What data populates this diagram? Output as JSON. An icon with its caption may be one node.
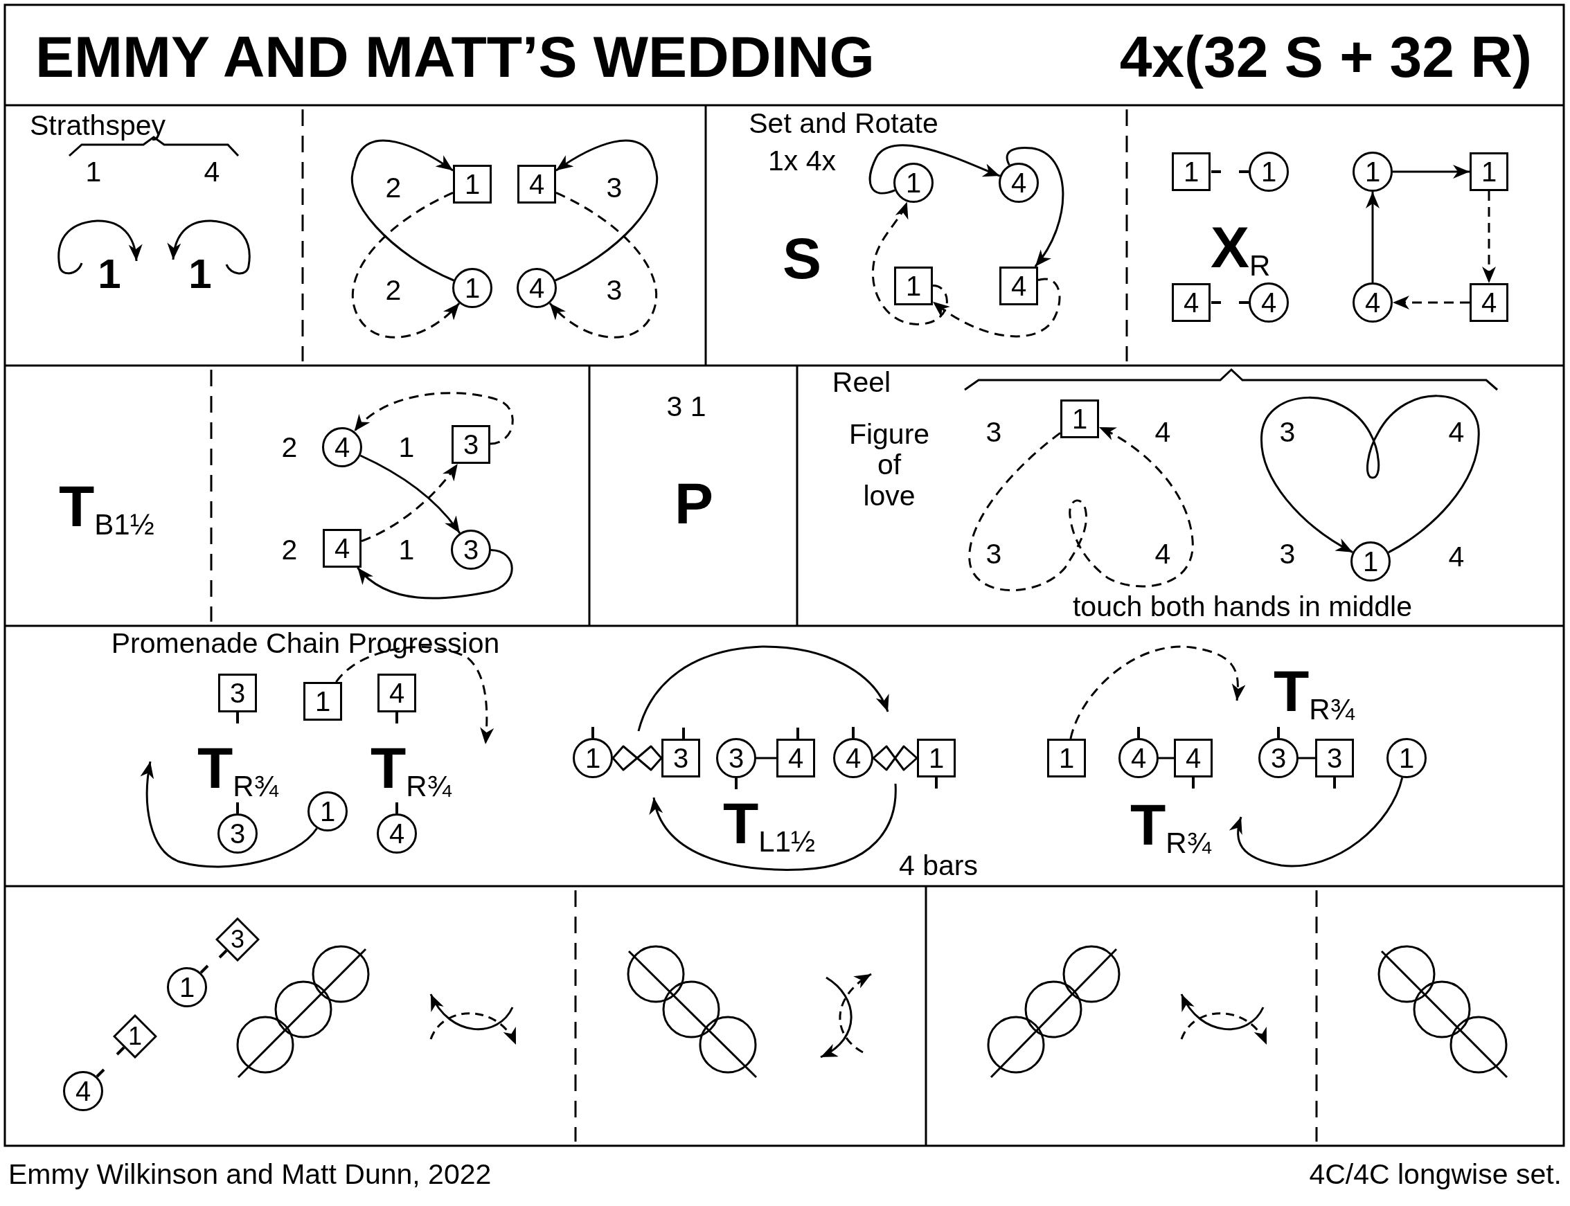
{
  "diagram": {
    "title": "EMMY AND MATT’S WEDDING",
    "nodes": [
      {
        "text": [
          "1"
        ]
      },
      {
        "text": [
          "4"
        ]
      },
      {
        "text": [
          "1"
        ]
      },
      {
        "text": [
          "4"
        ]
      },
      {
        "text": [
          "1"
        ]
      },
      {
        "text": [
          "4"
        ]
      },
      {
        "text": [
          "1"
        ]
      },
      {
        "text": [
          "4"
        ]
      },
      {
        "text": [
          "1"
        ]
      },
      {
        "text": [
          "1"
        ]
      },
      {
        "text": [
          "1"
        ]
      },
      {
        "text": [
          "1"
        ]
      },
      {
        "text": [
          "4"
        ]
      },
      {
        "text": [
          "4"
        ]
      },
      {
        "text": [
          "4"
        ]
      },
      {
        "text": [
          "4"
        ]
      },
      {
        "text": [
          "4"
        ]
      },
      {
        "text": [
          "3"
        ]
      },
      {
        "text": [
          "4"
        ]
      },
      {
        "text": [
          "3"
        ]
      },
      {
        "text": [
          "1"
        ]
      },
      {
        "text": [
          "1"
        ]
      },
      {
        "text": [
          "3"
        ]
      },
      {
        "text": [
          "1"
        ]
      },
      {
        "text": [
          "4"
        ]
      },
      {
        "text": [
          "3"
        ]
      },
      {
        "text": [
          "1"
        ]
      },
      {
        "text": [
          "4"
        ]
      },
      {
        "text": [
          "1"
        ]
      },
      {
        "text": [
          "3"
        ]
      },
      {
        "text": [
          "3"
        ]
      },
      {
        "text": [
          "4"
        ]
      },
      {
        "text": [
          "4"
        ]
      },
      {
        "text": [
          "1"
        ]
      },
      {
        "text": [
          "1"
        ]
      },
      {
        "text": [
          "4"
        ]
      },
      {
        "text": [
          "4"
        ]
      },
      {
        "text": [
          "3"
        ]
      },
      {
        "text": [
          "3"
        ]
      },
      {
        "text": [
          "1"
        ]
      },
      {
        "text": [
          "3"
        ]
      },
      {
        "text": [
          "1"
        ]
      },
      {
        "text": [
          "1"
        ]
      },
      {
        "text": [
          "4"
        ]
      }
    ],
    "edges": [
      {
        "from": 2,
        "to": 0,
        "arrow": "to"
      },
      {
        "from": 3,
        "to": 1,
        "arrow": "to"
      },
      {
        "from": 0,
        "to": 2,
        "arrow": "to",
        "style": "dashed"
      },
      {
        "from": 1,
        "to": 3,
        "arrow": "to",
        "style": "dashed"
      },
      {
        "from": 4,
        "to": 5,
        "arrow": "to"
      },
      {
        "from": 5,
        "to": 7,
        "arrow": "to"
      },
      {
        "from": 7,
        "to": 6,
        "arrow": "to",
        "style": "dashed"
      },
      {
        "from": 6,
        "to": 4,
        "arrow": "to",
        "style": "dashed"
      },
      {
        "from": 10,
        "to": 11,
        "arrow": "to"
      },
      {
        "from": 11,
        "to": 15,
        "arrow": "to",
        "style": "dashed"
      },
      {
        "from": 15,
        "to": 14,
        "arrow": "to",
        "style": "dashed"
      },
      {
        "from": 14,
        "to": 10,
        "arrow": "to"
      },
      {
        "from": 16,
        "to": 19,
        "arrow": "to"
      },
      {
        "from": 18,
        "to": 17,
        "arrow": "to",
        "style": "dashed"
      },
      {
        "from": 17,
        "to": 16,
        "arrow": "to",
        "style": "dashed"
      },
      {
        "from": 19,
        "to": 18,
        "arrow": "to"
      },
      {
        "from": 20,
        "to": 20,
        "arrow": "to",
        "style": "dashed"
      },
      {
        "from": 21,
        "to": 21,
        "arrow": "to"
      },
      {
        "from": 23,
        "to": null,
        "arrow": "to",
        "style": "dashed"
      },
      {
        "from": 26,
        "to": null,
        "arrow": "to"
      },
      {
        "from": 28,
        "to": 29,
        "arrow": "none"
      },
      {
        "from": 30,
        "to": 31,
        "arrow": "none"
      },
      {
        "from": 32,
        "to": 33,
        "arrow": "none"
      },
      {
        "from": 34,
        "to": null,
        "arrow": "to",
        "style": "dashed"
      },
      {
        "from": 35,
        "to": 36,
        "arrow": "none"
      },
      {
        "from": 37,
        "to": 38,
        "arrow": "none"
      },
      {
        "from": 39,
        "to": null,
        "arrow": "to"
      }
    ],
    "labels": [
      "4x(32 S + 32 R)",
      "Strathspey",
      "1",
      "4",
      "1",
      "1",
      "2",
      "3",
      "2",
      "3",
      "Set and Rotate",
      "1x 4x",
      "S",
      "**X**$_{R}$",
      "**T**$_{B1½}$",
      "2",
      "1",
      "2",
      "1",
      "3 1",
      "P",
      "Reel",
      "Figure of love",
      "3",
      "4",
      "3",
      "4",
      "3",
      "4",
      "3",
      "4",
      "touch both hands in middle",
      "Promenade Chain Progression",
      "**T**$_{R¾}$",
      "**T**$_{R¾}$",
      "**T**$_{L1½}$",
      "4 bars",
      "**T**$_{R¾}$",
      "**T**$_{R¾}$",
      "Emmy Wilkinson and Matt Dunn, 2022",
      "4C/4C longwise set."
    ]
  }
}
